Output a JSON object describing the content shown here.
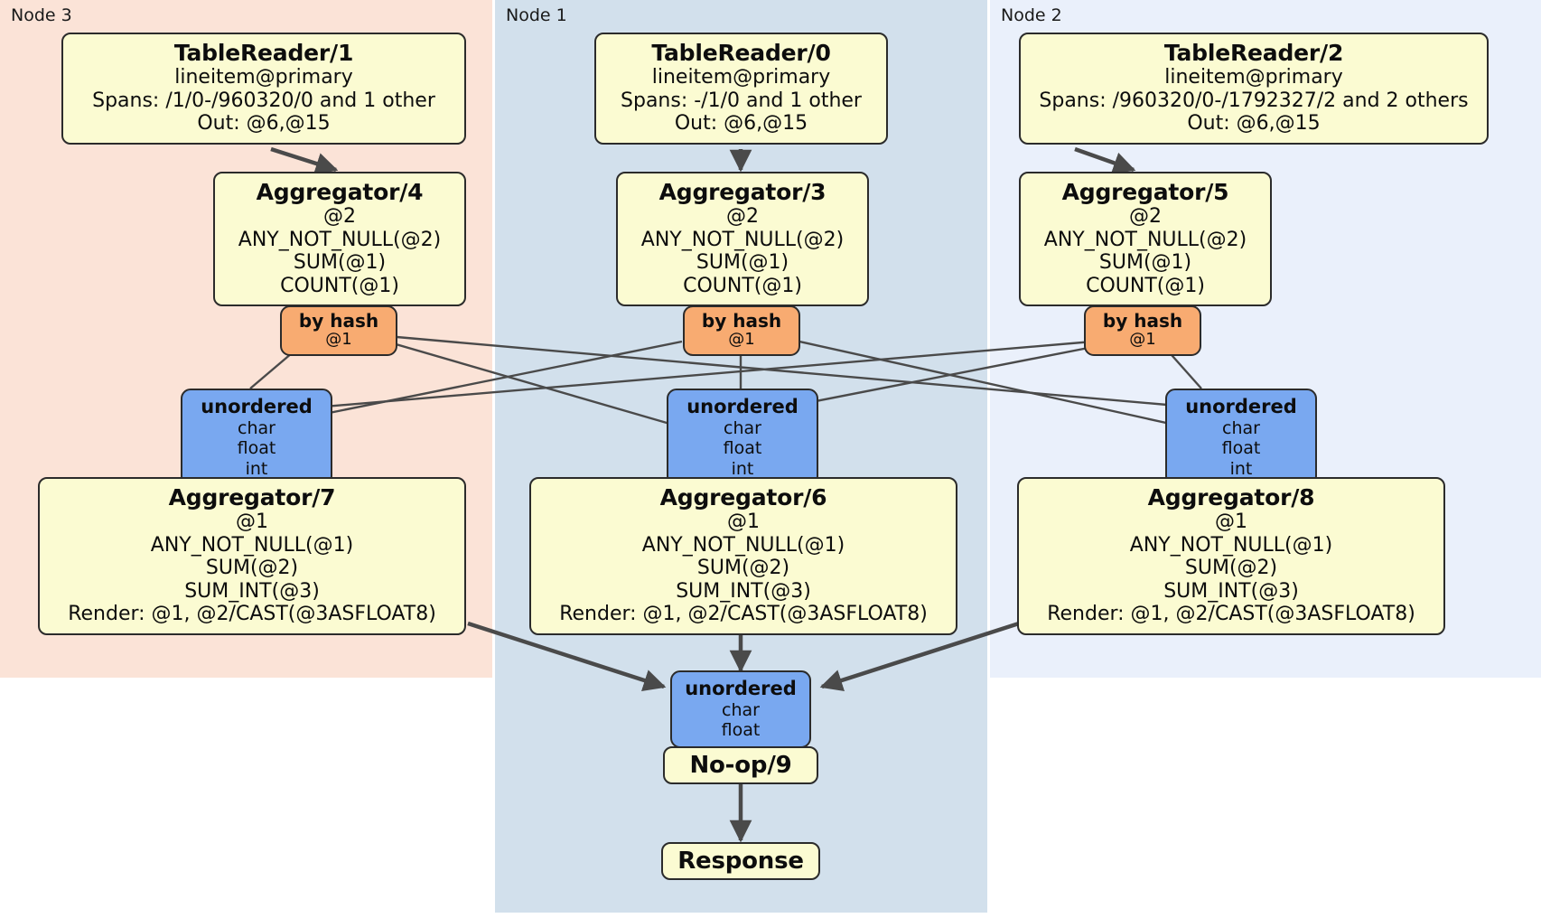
{
  "diagram": {
    "type": "distributed-query-plan",
    "colors": {
      "node3_bg": "#fbe3d7",
      "node1_bg": "#d2e0ec",
      "node2_bg": "#eaf0fb",
      "processor_fill": "#fbfbd2",
      "router_fill": "#79a8f0",
      "hash_fill": "#f8ab71",
      "stroke": "#2b2b2b",
      "edge": "#4a4a4a"
    }
  },
  "nodes": [
    {
      "id": "node3",
      "label": "Node 3"
    },
    {
      "id": "node1",
      "label": "Node 1"
    },
    {
      "id": "node2",
      "label": "Node 2"
    }
  ],
  "processors": {
    "tablereader1": {
      "title": "TableReader/1",
      "lines": [
        "lineitem@primary",
        "Spans: /1/0-/960320/0 and 1 other",
        "Out: @6,@15"
      ]
    },
    "tablereader0": {
      "title": "TableReader/0",
      "lines": [
        "lineitem@primary",
        "Spans: -/1/0 and 1 other",
        "Out: @6,@15"
      ]
    },
    "tablereader2": {
      "title": "TableReader/2",
      "lines": [
        "lineitem@primary",
        "Spans: /960320/0-/1792327/2 and 2 others",
        "Out: @6,@15"
      ]
    },
    "aggregator4": {
      "title": "Aggregator/4",
      "lines": [
        "@2",
        "ANY_NOT_NULL(@2)",
        "SUM(@1)",
        "COUNT(@1)"
      ]
    },
    "aggregator3": {
      "title": "Aggregator/3",
      "lines": [
        "@2",
        "ANY_NOT_NULL(@2)",
        "SUM(@1)",
        "COUNT(@1)"
      ]
    },
    "aggregator5": {
      "title": "Aggregator/5",
      "lines": [
        "@2",
        "ANY_NOT_NULL(@2)",
        "SUM(@1)",
        "COUNT(@1)"
      ]
    },
    "aggregator7": {
      "title": "Aggregator/7",
      "lines": [
        "@1",
        "ANY_NOT_NULL(@1)",
        "SUM(@2)",
        "SUM_INT(@3)",
        "Render: @1, @2/CAST(@3ASFLOAT8)"
      ]
    },
    "aggregator6": {
      "title": "Aggregator/6",
      "lines": [
        "@1",
        "ANY_NOT_NULL(@1)",
        "SUM(@2)",
        "SUM_INT(@3)",
        "Render: @1, @2/CAST(@3ASFLOAT8)"
      ]
    },
    "aggregator8": {
      "title": "Aggregator/8",
      "lines": [
        "@1",
        "ANY_NOT_NULL(@1)",
        "SUM(@2)",
        "SUM_INT(@3)",
        "Render: @1, @2/CAST(@3ASFLOAT8)"
      ]
    },
    "noop9": {
      "title": "No-op/9",
      "lines": []
    },
    "response": {
      "title": "Response",
      "lines": []
    }
  },
  "routers": {
    "hash4": {
      "title": "by hash",
      "lines": [
        "@1"
      ]
    },
    "hash3": {
      "title": "by hash",
      "lines": [
        "@1"
      ]
    },
    "hash5": {
      "title": "by hash",
      "lines": [
        "@1"
      ]
    },
    "sync7": {
      "title": "unordered",
      "lines": [
        "char",
        "float",
        "int"
      ]
    },
    "sync6": {
      "title": "unordered",
      "lines": [
        "char",
        "float",
        "int"
      ]
    },
    "sync8": {
      "title": "unordered",
      "lines": [
        "char",
        "float",
        "int"
      ]
    },
    "sync9": {
      "title": "unordered",
      "lines": [
        "char",
        "float"
      ]
    }
  }
}
